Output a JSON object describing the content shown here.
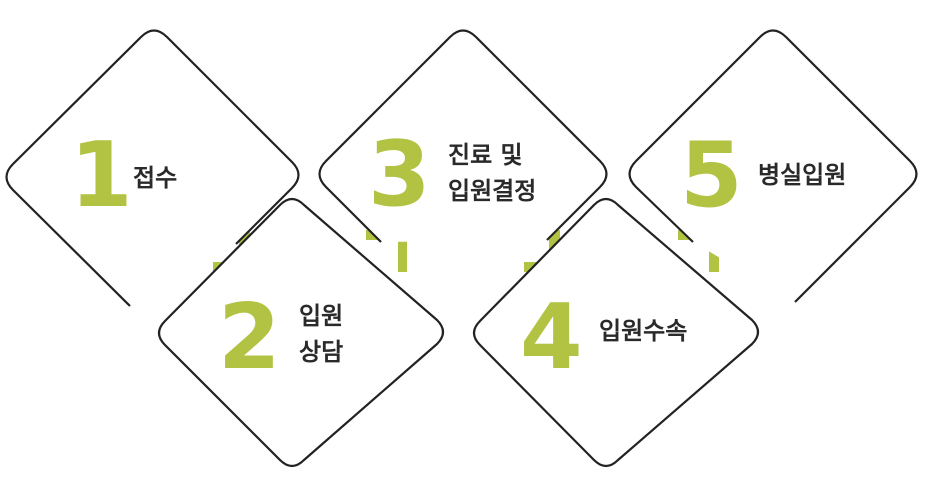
{
  "colors": {
    "accent": "#b2c343",
    "outline": "#222222",
    "text": "#2a2a2a",
    "fill": "#ffffff"
  },
  "steps": [
    {
      "number": "1",
      "line1": "접수",
      "line2": ""
    },
    {
      "number": "2",
      "line1": "입원",
      "line2": "상담"
    },
    {
      "number": "3",
      "line1": "진료 및",
      "line2": "입원결정"
    },
    {
      "number": "4",
      "line1": "입원수속",
      "line2": ""
    },
    {
      "number": "5",
      "line1": "병실입원",
      "line2": ""
    }
  ]
}
